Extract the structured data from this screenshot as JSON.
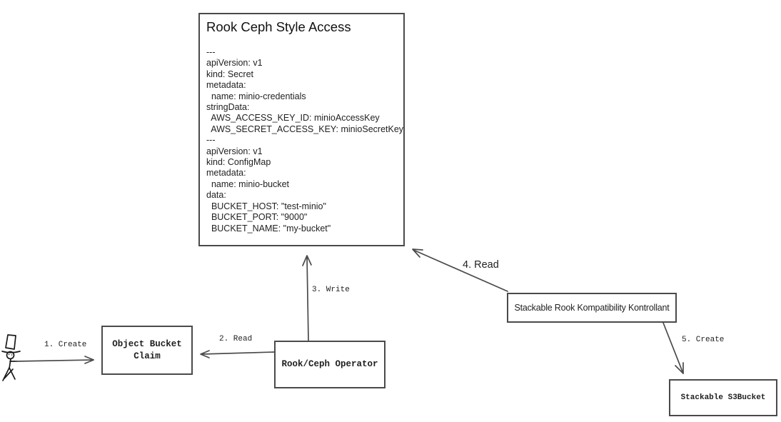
{
  "colors": {
    "background": "#ffffff",
    "line": "#4a4a4a",
    "text": "#1a1a1a"
  },
  "diagram": {
    "main_box": {
      "title": "Rook Ceph Style Access",
      "yaml": "---\napiVersion: v1\nkind: Secret\nmetadata:\n  name: minio-credentials\nstringData:\n  AWS_ACCESS_KEY_ID: minioAccessKey\n  AWS_SECRET_ACCESS_KEY: minioSecretKey\n---\napiVersion: v1\nkind: ConfigMap\nmetadata:\n  name: minio-bucket\ndata:\n  BUCKET_HOST: \"test-minio\"\n  BUCKET_PORT: \"9000\"\n  BUCKET_NAME: \"my-bucket\""
    },
    "nodes": {
      "object_bucket_claim": {
        "label": "Object Bucket Claim"
      },
      "rook_ceph_operator": {
        "label": "Rook/Ceph Operator"
      },
      "stackable_rook_kompatibility_kontrollant": {
        "label": "Stackable Rook Kompatibility Kontrollant"
      },
      "stackable_s3bucket": {
        "label": "Stackable S3Bucket"
      }
    },
    "actor": {
      "description": "stick figure person wearing a top hat"
    },
    "edges": [
      {
        "step": 1,
        "label": "1. Create",
        "from": "actor",
        "to": "object_bucket_claim"
      },
      {
        "step": 2,
        "label": "2. Read",
        "from": "rook_ceph_operator",
        "to": "object_bucket_claim"
      },
      {
        "step": 3,
        "label": "3. Write",
        "from": "rook_ceph_operator",
        "to": "rook_ceph_style_access"
      },
      {
        "step": 4,
        "label": "4. Read",
        "from": "stackable_rook_kompatibility_kontrollant",
        "to": "rook_ceph_style_access"
      },
      {
        "step": 5,
        "label": "5. Create",
        "from": "stackable_rook_kompatibility_kontrollant",
        "to": "stackable_s3bucket"
      }
    ]
  }
}
